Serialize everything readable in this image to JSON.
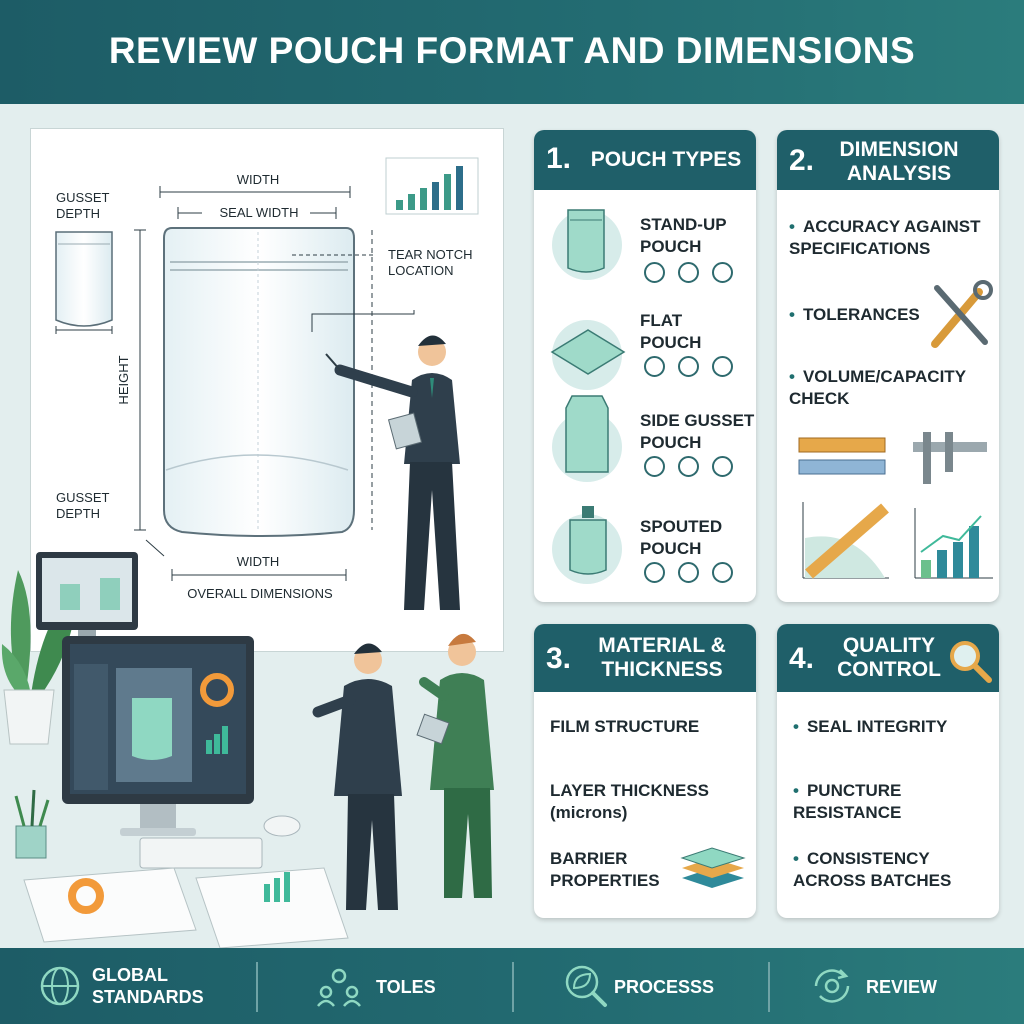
{
  "header": {
    "title": "REVIEW POUCH FORMAT AND DIMENSIONS"
  },
  "diagram": {
    "gusset_depth_top": "GUSSET DEPTH",
    "width_top": "WIDTH",
    "seal_width": "SEAL WIDTH",
    "tear_notch": "TEAR NOTCH LOCATION",
    "height": "HEIGHT",
    "gusset_depth_bottom": "GUSSET DEPTH",
    "width_bottom": "WIDTH",
    "overall": "OVERALL DIMENSIONS"
  },
  "cards": {
    "pouch_types": {
      "number": "1.",
      "title": "POUCH TYPES",
      "items": [
        {
          "label": "STAND-UP POUCH"
        },
        {
          "label": "FLAT POUCH"
        },
        {
          "label": "SIDE GUSSET POUCH"
        },
        {
          "label": "SPOUTED POUCH"
        }
      ]
    },
    "dimension_analysis": {
      "number": "2.",
      "title": "DIMENSION ANALYSIS",
      "bullets": [
        "ACCURACY AGAINST SPECIFICATIONS",
        "TOLERANCES",
        "VOLUME/CAPACITY CHECK"
      ]
    },
    "material": {
      "number": "3.",
      "title": "MATERIAL & THICKNESS",
      "items": [
        "FILM STRUCTURE",
        "LAYER THICKNESS (microns)",
        "BARRIER PROPERTIES"
      ]
    },
    "quality": {
      "number": "4.",
      "title": "QUALITY CONTROL",
      "bullets": [
        "SEAL INTEGRITY",
        "PUNCTURE RESISTANCE",
        "CONSISTENCY ACROSS BATCHES"
      ]
    }
  },
  "footer": {
    "items": [
      {
        "label": "GLOBAL STANDARDS",
        "icon": "globe-icon"
      },
      {
        "label": "TOLES",
        "icon": "team-icon"
      },
      {
        "label": "PROCESSS",
        "icon": "leaf-search-icon"
      },
      {
        "label": "REVIEW",
        "icon": "review-cycle-icon"
      }
    ]
  },
  "colors": {
    "primary": "#1f5f69",
    "accent": "#3c9a88",
    "background": "#e3eeee"
  }
}
